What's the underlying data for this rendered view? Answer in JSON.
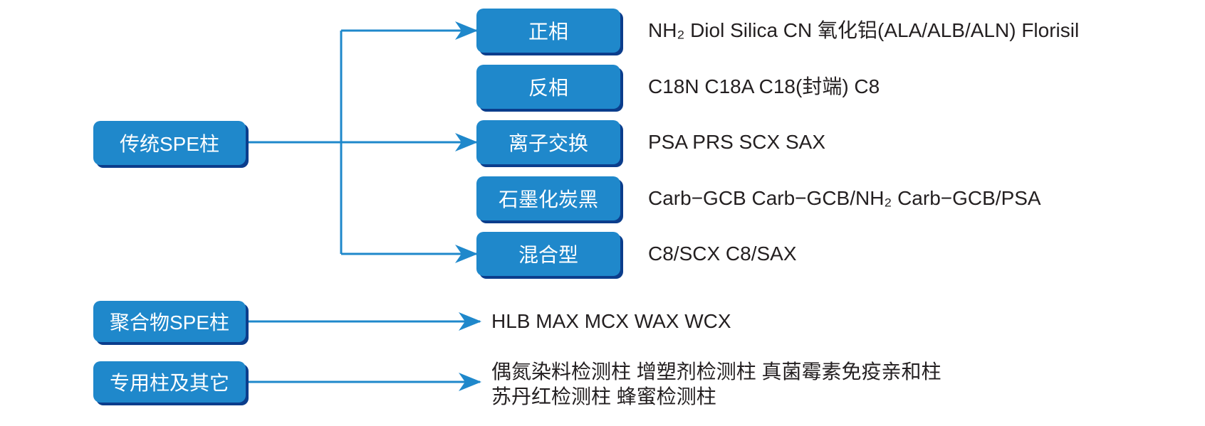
{
  "colors": {
    "box": "#1f88cb",
    "shadow": "#0b3d8c",
    "line": "#1f88cb",
    "text": "#231f20"
  },
  "categories": [
    {
      "label": "传统SPE柱",
      "subcategories": [
        {
          "label": "正相",
          "items": "NH₂ Diol Silica CN 氧化铝(ALA/ALB/ALN) Florisil"
        },
        {
          "label": "反相",
          "items": "C18N C18A C18(封端) C8"
        },
        {
          "label": "离子交换",
          "items": "PSA PRS SCX SAX"
        },
        {
          "label": "石墨化炭黑",
          "items": "Carb−GCB Carb−GCB/NH₂ Carb−GCB/PSA"
        },
        {
          "label": "混合型",
          "items": "C8/SCX C8/SAX"
        }
      ]
    },
    {
      "label": "聚合物SPE柱",
      "items": [
        "HLB MAX MCX WAX WCX"
      ]
    },
    {
      "label": "专用柱及其它",
      "items": [
        "偶氮染料检测柱 增塑剂检测柱 真菌霉素免疫亲和柱",
        "苏丹红检测柱 蜂蜜检测柱"
      ]
    }
  ]
}
